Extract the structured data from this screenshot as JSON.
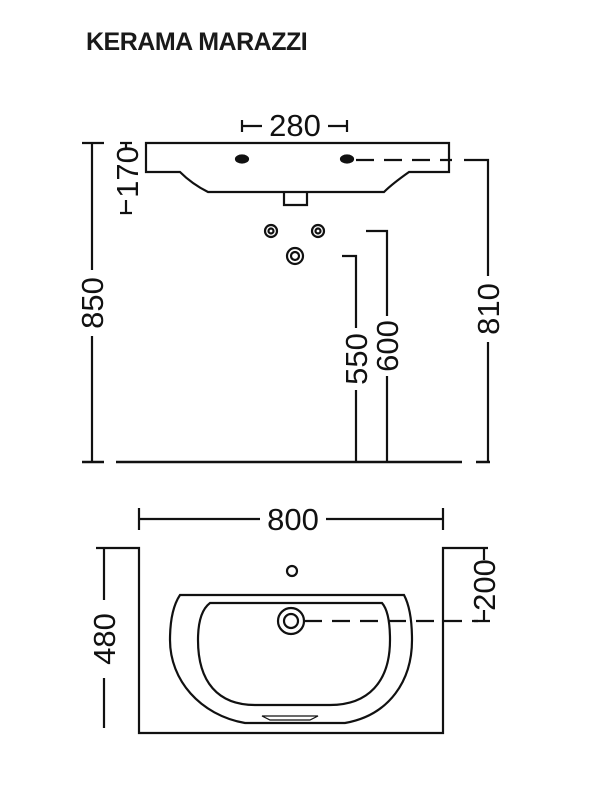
{
  "brand": "KERAMA MARAZZI",
  "colors": {
    "line": "#111111",
    "background": "#ffffff"
  },
  "side_view": {
    "tap_spacing": "280",
    "basin_height": "170",
    "total_height": "850",
    "drain_height": "550",
    "supply_height": "600",
    "rim_height": "810"
  },
  "top_view": {
    "width": "800",
    "depth": "480",
    "drain_offset": "200"
  }
}
